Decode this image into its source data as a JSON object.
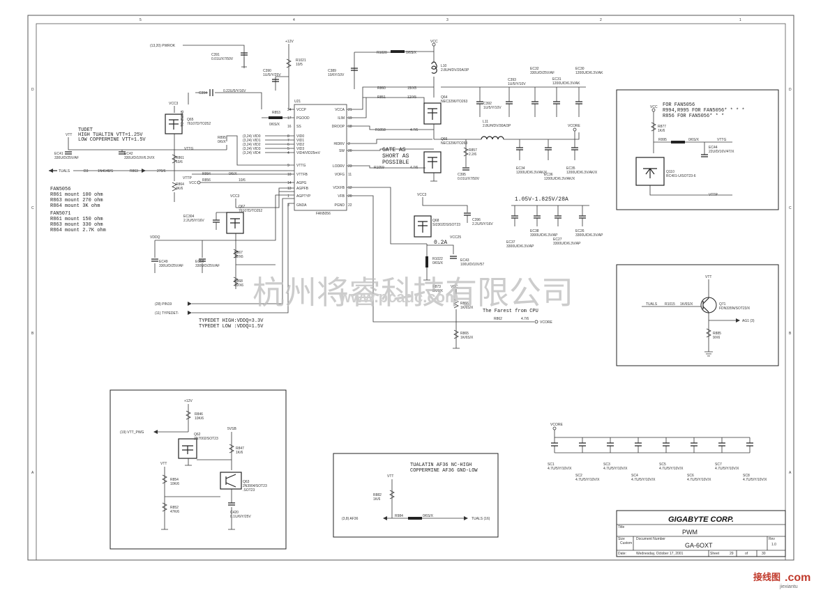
{
  "frame": {
    "row_letters": [
      "D",
      "C",
      "B",
      "A"
    ],
    "col_numbers": [
      "5",
      "4",
      "3",
      "2",
      "1"
    ]
  },
  "main": {
    "chip": {
      "ref": "U21",
      "part": "FAN5056",
      "left_pins": [
        {
          "num": "24",
          "name": "VCCP"
        },
        {
          "num": "17",
          "name": "PGOOD"
        },
        {
          "num": "16",
          "name": "SS"
        },
        {
          "num": "8",
          "name": "VID0"
        },
        {
          "num": "7",
          "name": "VID1"
        },
        {
          "num": "6",
          "name": "VID2"
        },
        {
          "num": "5",
          "name": "VID3"
        },
        {
          "num": "4",
          "name": "VID4/VID25mV"
        },
        {
          "num": "9",
          "name": "VTTG"
        },
        {
          "num": "10",
          "name": "VTTFB"
        },
        {
          "num": "14",
          "name": "AGPG"
        },
        {
          "num": "13",
          "name": "AGPFB"
        },
        {
          "num": "1",
          "name": "AGPTYP"
        },
        {
          "num": "3",
          "name": "GNDA"
        }
      ],
      "right_pins": [
        {
          "num": "21",
          "name": "VCCA"
        },
        {
          "num": "19",
          "name": "ILIM"
        },
        {
          "num": "18",
          "name": "DROOP"
        },
        {
          "num": "2",
          "name": "HIDRV"
        },
        {
          "num": "20",
          "name": "SW"
        },
        {
          "num": "23",
          "name": "LODRV"
        },
        {
          "num": "11",
          "name": "VOFG"
        },
        {
          "num": "12",
          "name": "VCKFB"
        },
        {
          "num": "20",
          "name": "VFB"
        },
        {
          "num": "22",
          "name": "PGND"
        }
      ]
    },
    "nets": {
      "pwrok": "(13,20)  PWROK",
      "plus12v": "+12V",
      "vcc": "VCC",
      "vcc3": "VCC3",
      "vtt": "VTT",
      "vddq": "VDDQ",
      "vcore": "VCORE",
      "tuals": "TUALS",
      "vcc_net": "VCC",
      "vid": [
        "(3,24)  VID0",
        "(3,24)  VID1",
        "(3,24)  VID2",
        "(3,24)  VID3",
        "(3,24)  VID4"
      ],
      "pin19": "(28)  PIN19",
      "typedet": "(11)  TYPEDET-",
      "vcore_out": "VCORE"
    },
    "parts": {
      "c391": "C391\n0.01U/X7/50V",
      "r1021": "R1021\n10/5",
      "c390": "C390\n1U/5/Y/25V",
      "c389": "C389\n10/6Y/10V",
      "r1020": "R1020",
      "r1020v": "0/6S/X",
      "l10": "L10\n2.8UH/DV/20A/3P",
      "c394": "C394",
      "c394v": "0.22U/5/Y/16V",
      "r853": "R853",
      "r853v": "0/6S/X",
      "q65": "Q65\n76107D/TO252",
      "r861": "R861\n10/6",
      "r864": "R864\n3K/6",
      "r895": "R895\n0/6/X",
      "ec41": "EC41\n330U/D/25V/AF",
      "ec42": "EC42\n330U/D/10V/6.3V/X",
      "d3": "D3",
      "d3v": "1N4148/S",
      "r863": "R863",
      "r863v": "270/6",
      "r994": "R994",
      "r994v": "0/6/X",
      "r856": "R856",
      "r856v": "10/6",
      "r860": "R860",
      "r860v": "15/X5",
      "r851": "R851",
      "r851v": "12/X5",
      "r1058": "R1058",
      "r1058v": "4.7/6",
      "r1059": "R1059",
      "r1059v": "4.7/6",
      "q64": "Q64\nNEC3296/TO263",
      "q66": "Q66\nNEC3296/TO263",
      "c392": "C392\n1U/5/Y/10V",
      "c393": "C393\n1U/5/Y/10V",
      "ec32": "EC32\n330U/D/25V/AF",
      "ec31": "EC31\n1200U/D/6.3V/AK",
      "ec30": "EC30\n1200U/D/6.3V/AK",
      "l11": "L11\n2.8UH/DV/30A/3P",
      "r857": "R857\n2.2/6",
      "c395": "C395\n0.01U/X7/50V",
      "ec34": "EC34\n1200U/D/6.3V/AK/X",
      "ec36": "EC36\n1200U/D/6.3V/AK/X",
      "ec35": "EC35\n1200U/D/6.3V/AK/X",
      "ec37": "EC37\n3300U/D/6.3V/AP",
      "ec38": "EC38\n3300U/D/6.3V/AP",
      "ec27": "EC27\n3300U/D/6.3V/AP",
      "ec26": "EC26\n3300U/D/6.3V/AP",
      "ec304": "EC304\n2.2U/5/Y/16V",
      "q67": "Q67\n76107D/TO252",
      "r867": "R867\n11/X6",
      "r868": "R868\n10/X6",
      "ec49": "EC49\n330U/D/25V/AF",
      "ec50": "EC50\n330U/D/25V/AF",
      "q68": "Q68\nSI2302DS/SOT23",
      "c396": "C396\n2.2U/5/Y/16V",
      "ec25": "VCC25",
      "r1022": "R1022\n0/6S/X",
      "ec43": "EC43\n100U/D/10V/57",
      "r873": "R873\n8K/6/X",
      "r866": "R866\n1K/6S/X",
      "r862": "R862",
      "r862v": "4.7/6",
      "r865": "R865\n1K/6S/X"
    },
    "notes": {
      "tudet": "TUDET\nHIGH TUALTIN VTT=1.25V\nLOW COPPERMINE VTT=1.5V",
      "fan5056_block": "FAN5056\nR861 mount 100 ohm\nR863 mount 270 ohm\nR864 mount 3K ohm\nFAN5071\nR861 mount 150 ohm\nR863 mount 330 ohm\nR864 mount 2.7K ohm",
      "gate": "GATE AS\nSHORT AS\nPOSSIBLE",
      "vrange": "1.05V-1.825V/28A",
      "current": "0.2A",
      "farest": "The Farest from CPU",
      "typedet": "TYPEDET HIGH:VDDQ=3.3V\nTYPEDET LOW :VDDQ=1.5V"
    }
  },
  "box_fan": {
    "note": "FOR FAN5056\nR994,R995 FOR FAN5056* * * *\nR856 FOR FAN5056* * *",
    "vcc": "VCC",
    "r877": "R877\n1K/6",
    "r995": "R995",
    "r995v": "0/6S/X",
    "vttg": "VTTG",
    "ec44": "EC44\n22U/D/16V/4T/X",
    "q110": "Q110\nRC401-U/SOT23-6",
    "vttp": "VTTP"
  },
  "box_ag1": {
    "vtt": "VTT",
    "tuals": "TUALS",
    "r1015": "R1015",
    "r1015v": "1K/6S/X",
    "q71": "Q71\nFDN335N/SOT23/X",
    "ag1": "AG1  (3)",
    "r885": "R885\n9/X6"
  },
  "box_pwg": {
    "plus12v": "+12V",
    "r846": "R846\n10K/6",
    "vtt_pwg": "(19)  VTT_PWG",
    "q62": "Q62\n2N7002/SOT23",
    "q5vsb": "5VSB",
    "r847": "R847\n1K/6",
    "vtt": "VTT",
    "r854": "R854\n10K/6",
    "q63": "Q63\n2N3904/SOT23\n.SOT23",
    "r852": "R852\n47K/6",
    "c420": "C420\n0.1U/6/Y/25V"
  },
  "box_tualatin": {
    "note": "TUALATIN AF36 NC-HIGH\nCOPPERMINE AF36 GND-LOW",
    "vtt": "VTT",
    "r882": "R882\n1K/6",
    "af36": "(3,8)  AF36",
    "r984": "R984",
    "r984v": "0/6S/X",
    "tuals": "TUALS  (16)"
  },
  "decap": {
    "vcore": "VCORE",
    "caps": [
      "SC1\n4.7U/5/Y/10V/X",
      "SC2\n4.7U/5/Y/10V/X",
      "SC3\n4.7U/5/Y/10V/X",
      "SC4\n4.7U/5/Y/10V/X",
      "SC5\n4.7U/5/Y/10V/X",
      "SC6\n4.7U/5/Y/10V/X",
      "SC7\n4.7U/5/Y/10V/X",
      "SC8\n4.7U/5/Y/10V/X"
    ]
  },
  "title_block": {
    "company": "GIGABYTE CORP.",
    "title_label": "Title",
    "title": "PWM",
    "size_label": "Size",
    "size": "Custom",
    "doc_label": "Document Number",
    "doc": "GA-6OXT",
    "rev_label": "Rev",
    "rev": "1.0",
    "date_label": "Date:",
    "date": "Wednesday, October 17, 2001",
    "sheet_label": "Sheet",
    "sheet": "29",
    "of_label": "of",
    "of": "30"
  },
  "watermark": {
    "cn": "杭州将睿科技有限公司",
    "url": "www.pcadc.com",
    "logo": "接线图",
    "logo_com": ".com",
    "logo_sub": "jiexiantu"
  }
}
